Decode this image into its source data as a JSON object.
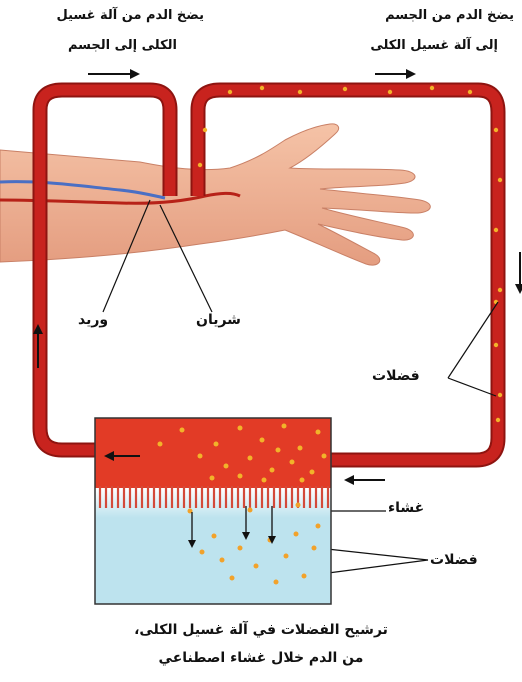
{
  "labels": {
    "top_right_line1": "يضخ الدم من الجسم",
    "top_right_line2": "إلى آلة غسيل الكلى",
    "top_left_line1": "يضخ الدم من آلة غسيل",
    "top_left_line2": "الكلى إلى الجسم",
    "artery": "شريان",
    "vein": "وريد",
    "waste_upper": "فضلات",
    "membrane": "غشاء",
    "waste_lower": "فضلات"
  },
  "caption": {
    "line1": "ترشيح الفضلات في آلة غسيل الكلى،",
    "line2": "من الدم خلال غشاء اصطناعي"
  },
  "colors": {
    "tube": "#c8231e",
    "tube_edge": "#8e1410",
    "blood_top": "#e23b26",
    "dialysate": "#bde3ee",
    "waste_dot": "#f2b32a",
    "skin": "#f0b294",
    "vein_blue": "#4a6fc4",
    "arrow": "#111111"
  }
}
